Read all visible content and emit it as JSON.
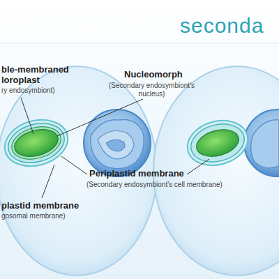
{
  "diagram": {
    "title": "seconda",
    "labels": [
      "ble-membraned",
      "loroplast",
      "ry endosymbiont)",
      "Nucleomorph",
      "(Secondary endosymbiont's nucleus)",
      "Periplastid membrane",
      "(Secondary endosymbiont's cell membrane)",
      "plastid membrane",
      "gosomal membrane)"
    ]
  }
}
